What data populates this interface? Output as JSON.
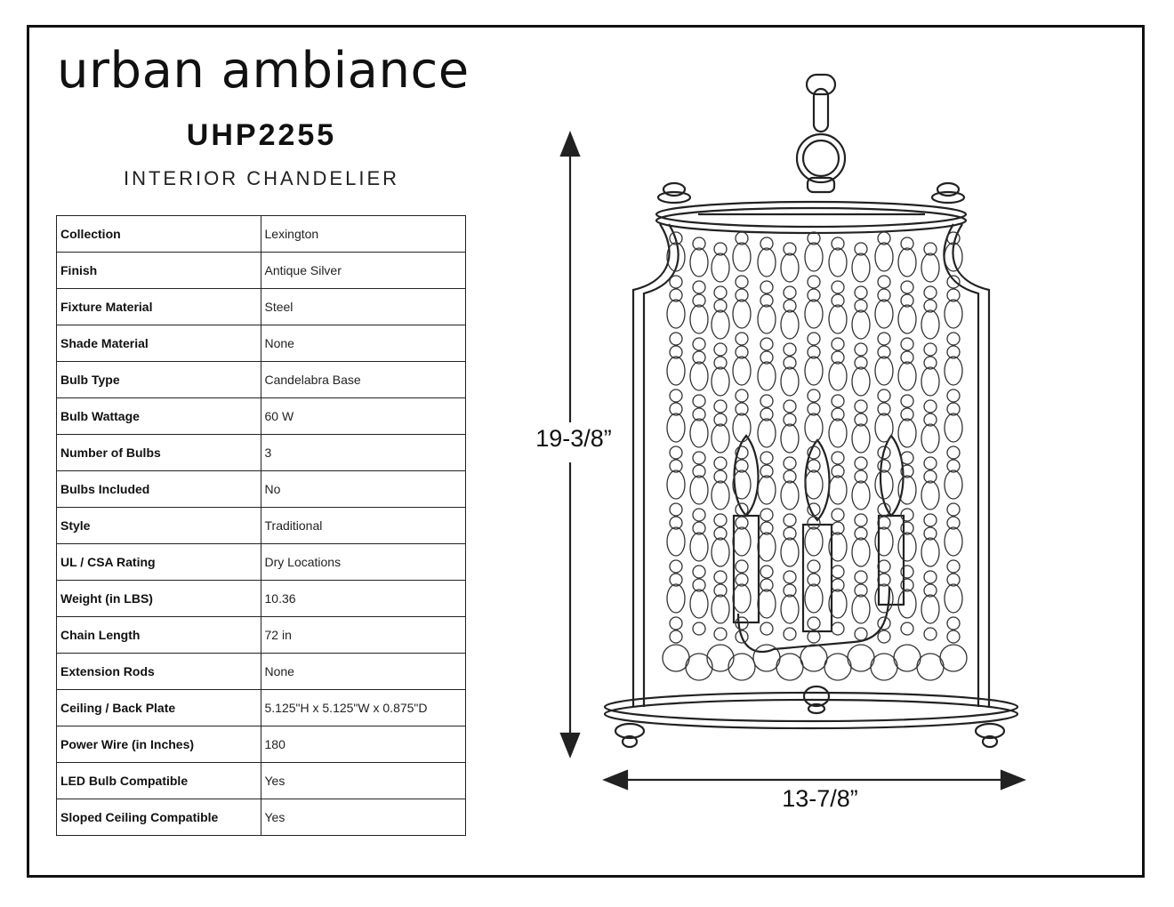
{
  "brand": "urban ambiance",
  "model": "UHP2255",
  "product_type": "INTERIOR CHANDELIER",
  "specs": [
    {
      "label": "Collection",
      "value": "Lexington"
    },
    {
      "label": "Finish",
      "value": "Antique Silver"
    },
    {
      "label": "Fixture Material",
      "value": "Steel"
    },
    {
      "label": "Shade Material",
      "value": "None"
    },
    {
      "label": "Bulb Type",
      "value": "Candelabra Base"
    },
    {
      "label": "Bulb Wattage",
      "value": "60 W"
    },
    {
      "label": "Number of Bulbs",
      "value": "3"
    },
    {
      "label": "Bulbs Included",
      "value": "No"
    },
    {
      "label": "Style",
      "value": "Traditional"
    },
    {
      "label": "UL / CSA Rating",
      "value": "Dry Locations"
    },
    {
      "label": "Weight (in LBS)",
      "value": "10.36"
    },
    {
      "label": "Chain Length",
      "value": "72 in"
    },
    {
      "label": "Extension Rods",
      "value": "None"
    },
    {
      "label": "Ceiling / Back Plate",
      "value": "5.125\"H x 5.125\"W x 0.875\"D"
    },
    {
      "label": "Power Wire (in Inches)",
      "value": "180"
    },
    {
      "label": "LED Bulb Compatible",
      "value": "Yes"
    },
    {
      "label": "Sloped Ceiling Compatible",
      "value": "Yes"
    }
  ],
  "dimensions": {
    "height": "19-3/8”",
    "width": "13-7/8”"
  }
}
